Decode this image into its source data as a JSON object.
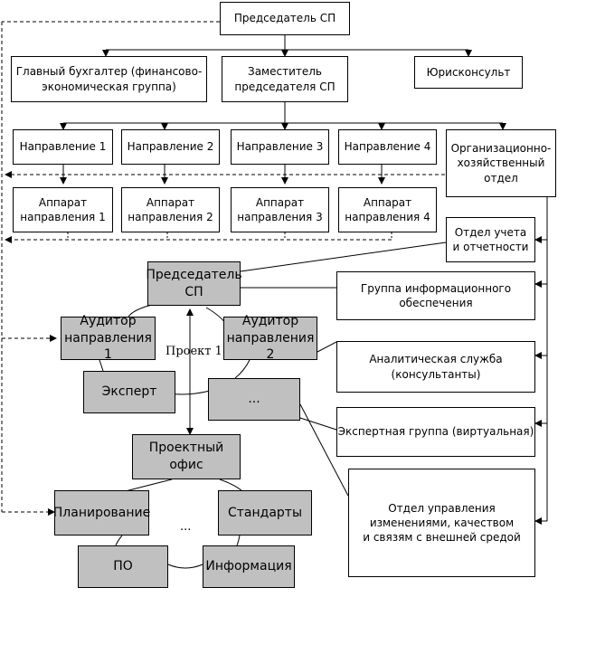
{
  "top": {
    "chairman": "Председатель СП",
    "chief_accountant": "Главный бухгалтер (финансово-\nэкономическая группа)",
    "deputy": "Заместитель\nпредседателя СП",
    "legal": "Юрисконсульт"
  },
  "directions": [
    "Направление 1",
    "Направление 2",
    "Направление 3",
    "Направление 4"
  ],
  "apparatus": [
    "Аппарат\nнаправления 1",
    "Аппарат\nнаправления 2",
    "Аппарат\nнаправления 3",
    "Аппарат\nнаправления 4"
  ],
  "right_units": {
    "org_dept": "Организационно-\nхозяйственный\nотдел",
    "accounting": "Отдел учета\nи отчетности",
    "info_group": "Группа информационного\nобеспечения",
    "analytics": "Аналитическая служба\n(консультанты)",
    "experts": "Экспертная группа (виртуальная)",
    "change_mgmt": "Отдел управления\nизменениями, качеством\nи связям с внешней средой"
  },
  "project": {
    "chairman": "Председатель\nСП",
    "auditor1": "Аудитор\nнаправления 1",
    "auditor2": "Аудитор\nнаправления 2",
    "label": "Проект 1",
    "expert": "Эксперт",
    "ellipsis": "...",
    "office": "Проектный офис",
    "planning": "Планирование",
    "standards": "Стандарты",
    "office_ellipsis": "...",
    "software": "ПО",
    "information": "Информация"
  },
  "colors": {
    "project_fill": "#c0c0c0",
    "line": "#000000"
  }
}
